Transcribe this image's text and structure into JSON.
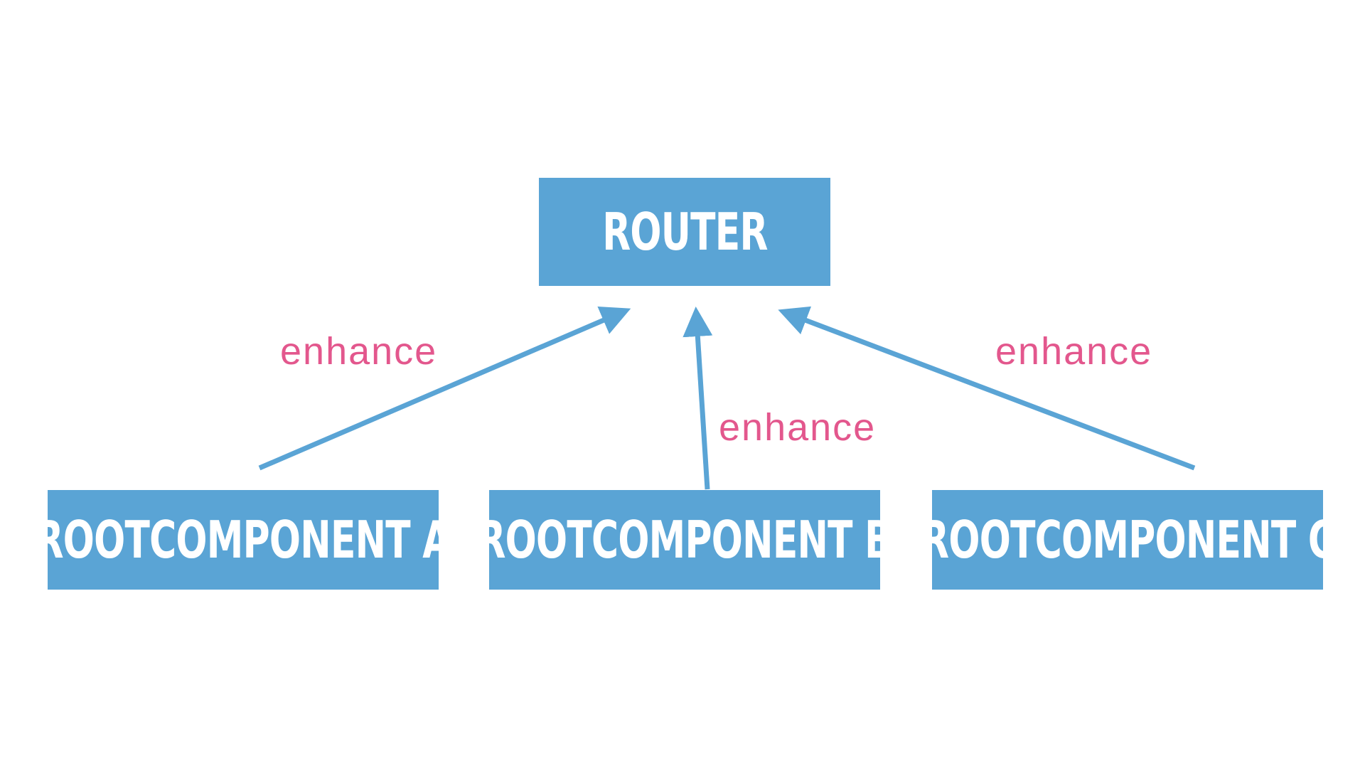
{
  "diagram": {
    "router": {
      "label": "ROUTER"
    },
    "components": [
      {
        "label": "ROOTCOMPONENT A"
      },
      {
        "label": "ROOTCOMPONENT B"
      },
      {
        "label": "ROOTCOMPONENT C"
      }
    ],
    "edges": [
      {
        "from": "ROOTCOMPONENT A",
        "to": "ROUTER",
        "label": "enhance"
      },
      {
        "from": "ROOTCOMPONENT B",
        "to": "ROUTER",
        "label": "enhance"
      },
      {
        "from": "ROOTCOMPONENT C",
        "to": "ROUTER",
        "label": "enhance"
      }
    ]
  },
  "colors": {
    "box_fill": "#5aa4d5",
    "box_text": "#ffffff",
    "arrow": "#5aa4d5",
    "edge_label": "#e3578d",
    "background": "#ffffff"
  }
}
